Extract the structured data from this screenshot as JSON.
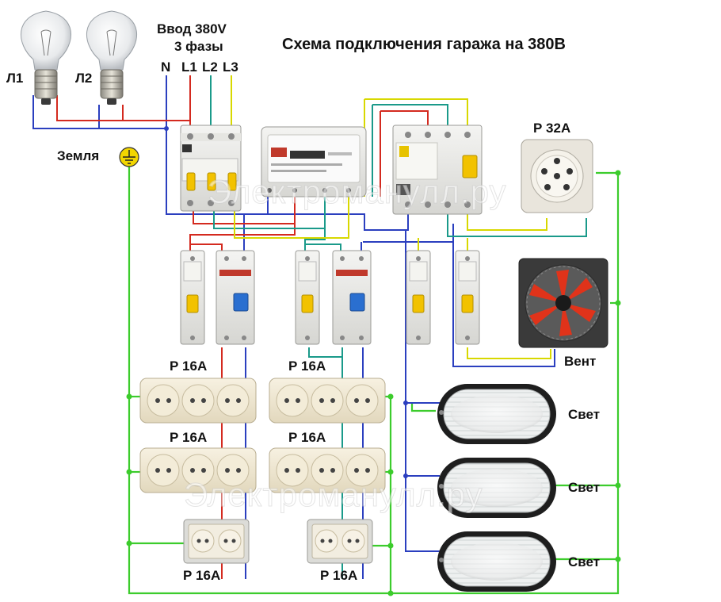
{
  "title": "Схема подключения гаража на 380В",
  "lamps": [
    "Л1",
    "Л2"
  ],
  "input": {
    "line1": "Ввод 380V",
    "line2": "3 фазы",
    "terminals": [
      "N",
      "L1",
      "L2",
      "L3"
    ]
  },
  "ground_label": "Земля",
  "socket_32": "Р 32А",
  "fan_label": "Вент",
  "socket_16_labels": [
    "Р 16А",
    "Р 16А",
    "Р 16А",
    "Р 16А",
    "Р 16А",
    "Р 16А"
  ],
  "light_labels": [
    "Свет",
    "Свет",
    "Свет"
  ],
  "watermark": "Электроманулл.ру",
  "colors": {
    "neutral_wire": "#2b3fbf",
    "phase_red": "#d42a1f",
    "phase_teal": "#1a9a8a",
    "phase_yellow": "#d8d800",
    "ground_wire": "#3ccc2c",
    "breaker_handle": "#f2c200",
    "fan_blade": "#e0331a"
  }
}
